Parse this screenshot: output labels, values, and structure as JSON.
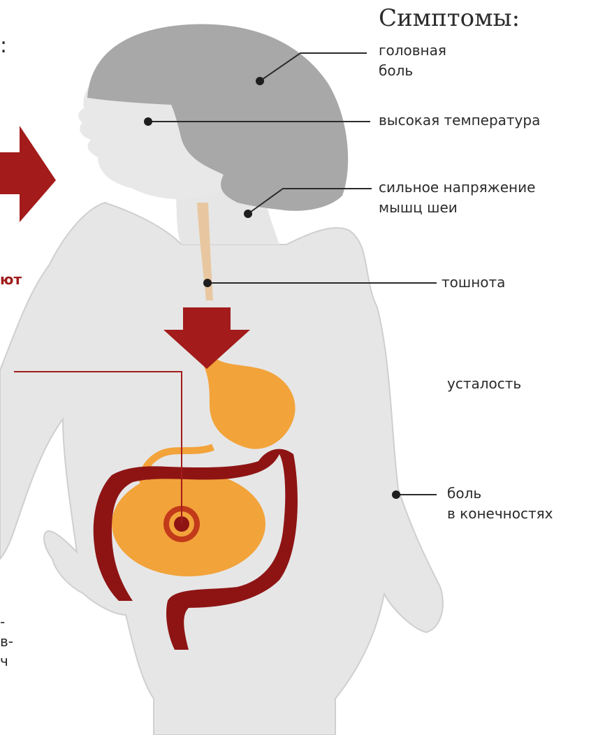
{
  "title": "Симптомы:",
  "colors": {
    "body": "#e6e6e6",
    "hair": "#a8a8a8",
    "organ": "#f2a33a",
    "intestine": "#8e1414",
    "arrow": "#a31b1b",
    "leader": "#2b2b2b"
  },
  "symptoms": [
    {
      "line1": "головная",
      "line2": "боль"
    },
    {
      "line1": "высокая температура",
      "line2": ""
    },
    {
      "line1": "сильное напряжение",
      "line2": "мышц шеи"
    },
    {
      "line1": "тошнота",
      "line2": ""
    },
    {
      "line1": "усталость",
      "line2": ""
    },
    {
      "line1": "боль",
      "line2": "в конечностях"
    }
  ],
  "cut_text": {
    "top": ":",
    "red": "ют",
    "bottom1": "-",
    "bottom2": "в-",
    "bottom3": "ч"
  }
}
